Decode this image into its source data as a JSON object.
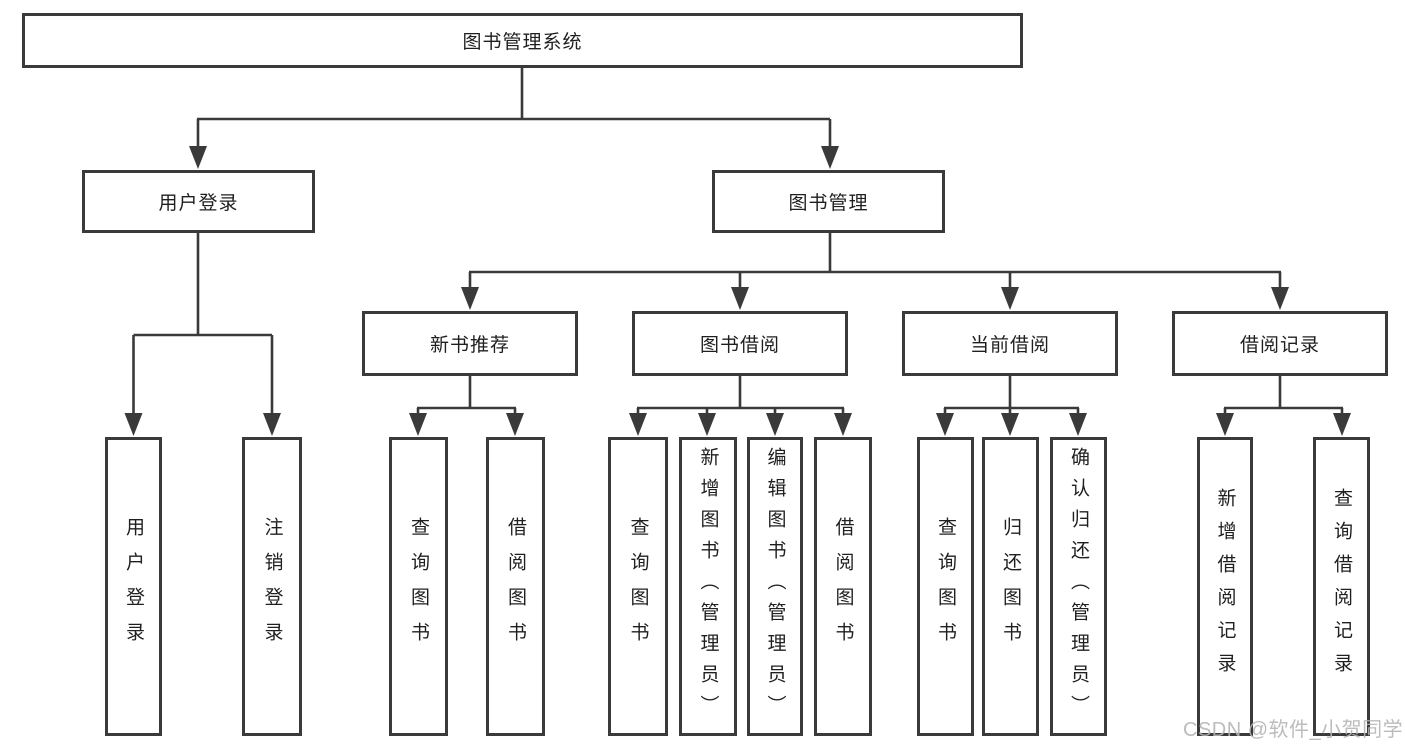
{
  "diagram": {
    "root": {
      "label": "图书管理系统"
    },
    "level2": [
      {
        "label": "用户登录"
      },
      {
        "label": "图书管理"
      }
    ],
    "level3": [
      {
        "label": "新书推荐"
      },
      {
        "label": "图书借阅"
      },
      {
        "label": "当前借阅"
      },
      {
        "label": "借阅记录"
      }
    ],
    "leaves": {
      "user_login": [
        "用户登录",
        "注销登录"
      ],
      "new_book_recommend": [
        "查询图书",
        "借阅图书"
      ],
      "book_borrow": [
        "查询图书",
        "新增图书（管理员）",
        "编辑图书（管理员）",
        "借阅图书"
      ],
      "current_borrow": [
        "查询图书",
        "归还图书",
        "确认归还（管理员）"
      ],
      "borrow_record": [
        "新增借阅记录",
        "查询借阅记录"
      ]
    }
  },
  "watermark": {
    "text": "CSDN @软件_小贺同学"
  },
  "colors": {
    "line": "#3a3a3a",
    "text": "#1f1f1f",
    "watermark": "#b5b5b5",
    "background": "#ffffff"
  }
}
